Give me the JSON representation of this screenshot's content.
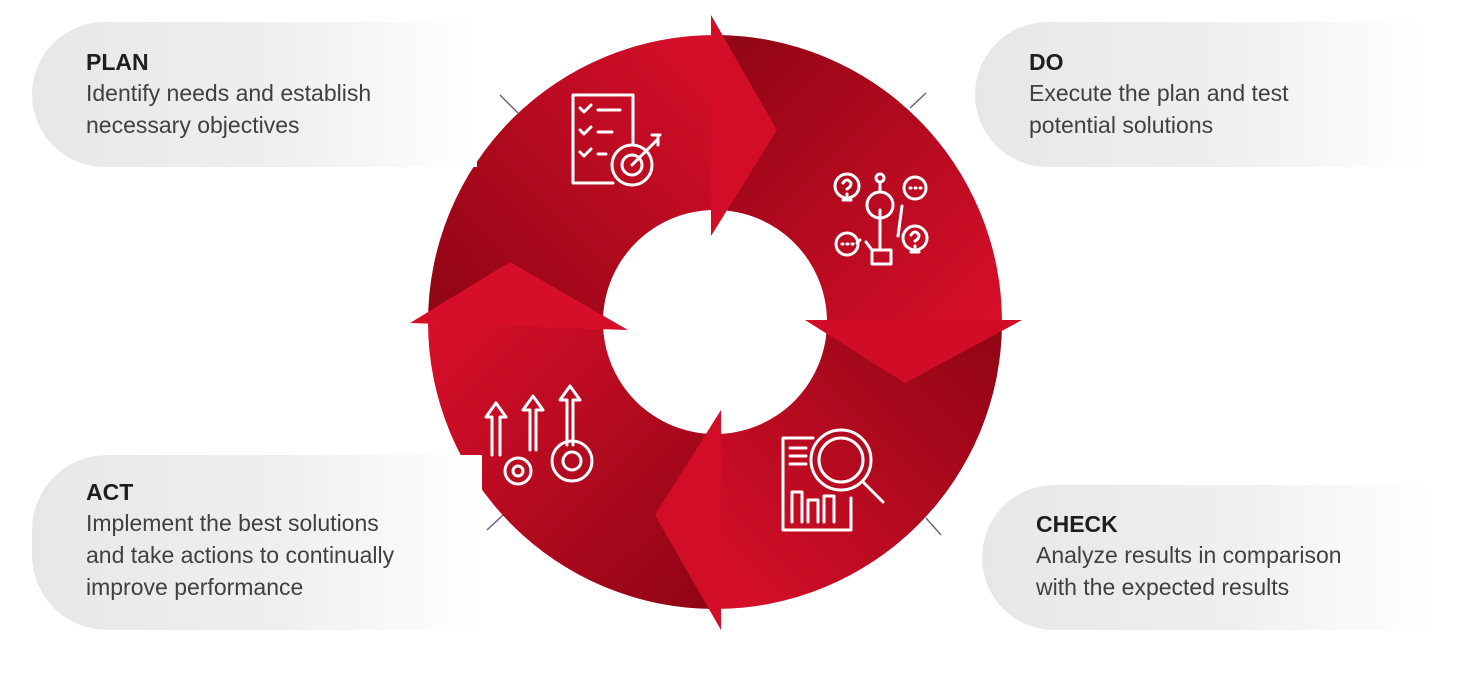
{
  "stages": [
    {
      "title": "PLAN",
      "lines": [
        "Identify needs and establish",
        "necessary objectives"
      ],
      "icon": "checklist-target-icon"
    },
    {
      "title": "DO",
      "lines": [
        "Execute the plan and test",
        "potential solutions"
      ],
      "icon": "ideas-hand-icon"
    },
    {
      "title": "CHECK",
      "lines": [
        "Analyze results in comparison",
        "with the expected results"
      ],
      "icon": "report-magnifier-icon"
    },
    {
      "title": "ACT",
      "lines": [
        "Implement the best solutions",
        "and take actions to continually",
        "improve performance"
      ],
      "icon": "arrows-gears-icon"
    }
  ],
  "colors": {
    "red_light": "#d90f2a",
    "red_dark": "#8e0514",
    "card": "#e6e7e9",
    "connector": "#6b6480"
  }
}
